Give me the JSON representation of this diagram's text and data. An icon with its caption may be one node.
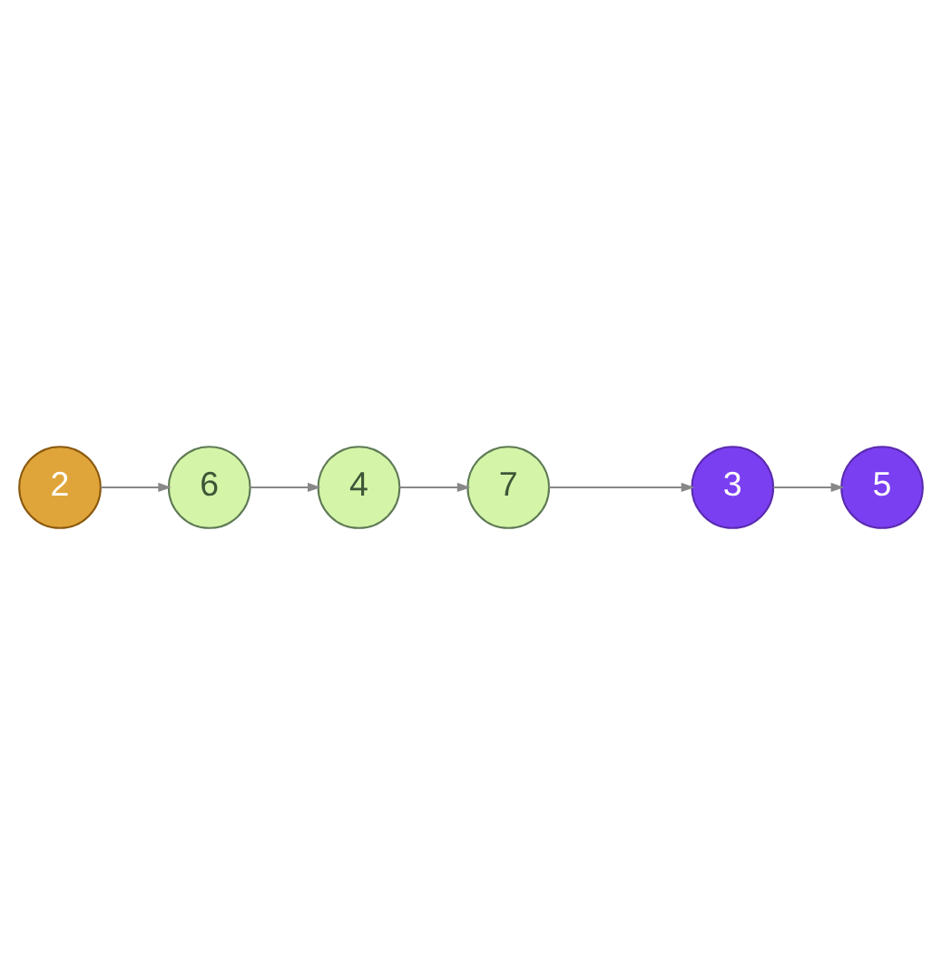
{
  "diagram": {
    "nodes": [
      {
        "text": [
          "7"
        ]
      },
      {
        "text": [
          "3"
        ]
      },
      {
        "text": [
          "4"
        ]
      },
      {
        "text": [
          "5"
        ]
      },
      {
        "text": [
          "6"
        ]
      },
      {
        "text": [
          "2"
        ]
      }
    ],
    "edges": [
      {
        "from": 5,
        "to": 4,
        "arrow": "to"
      },
      {
        "from": 4,
        "to": 2,
        "arrow": "to"
      },
      {
        "from": 2,
        "to": 0,
        "arrow": "to"
      },
      {
        "from": 0,
        "to": 1,
        "arrow": "to"
      },
      {
        "from": 1,
        "to": 3,
        "arrow": "to"
      }
    ]
  }
}
